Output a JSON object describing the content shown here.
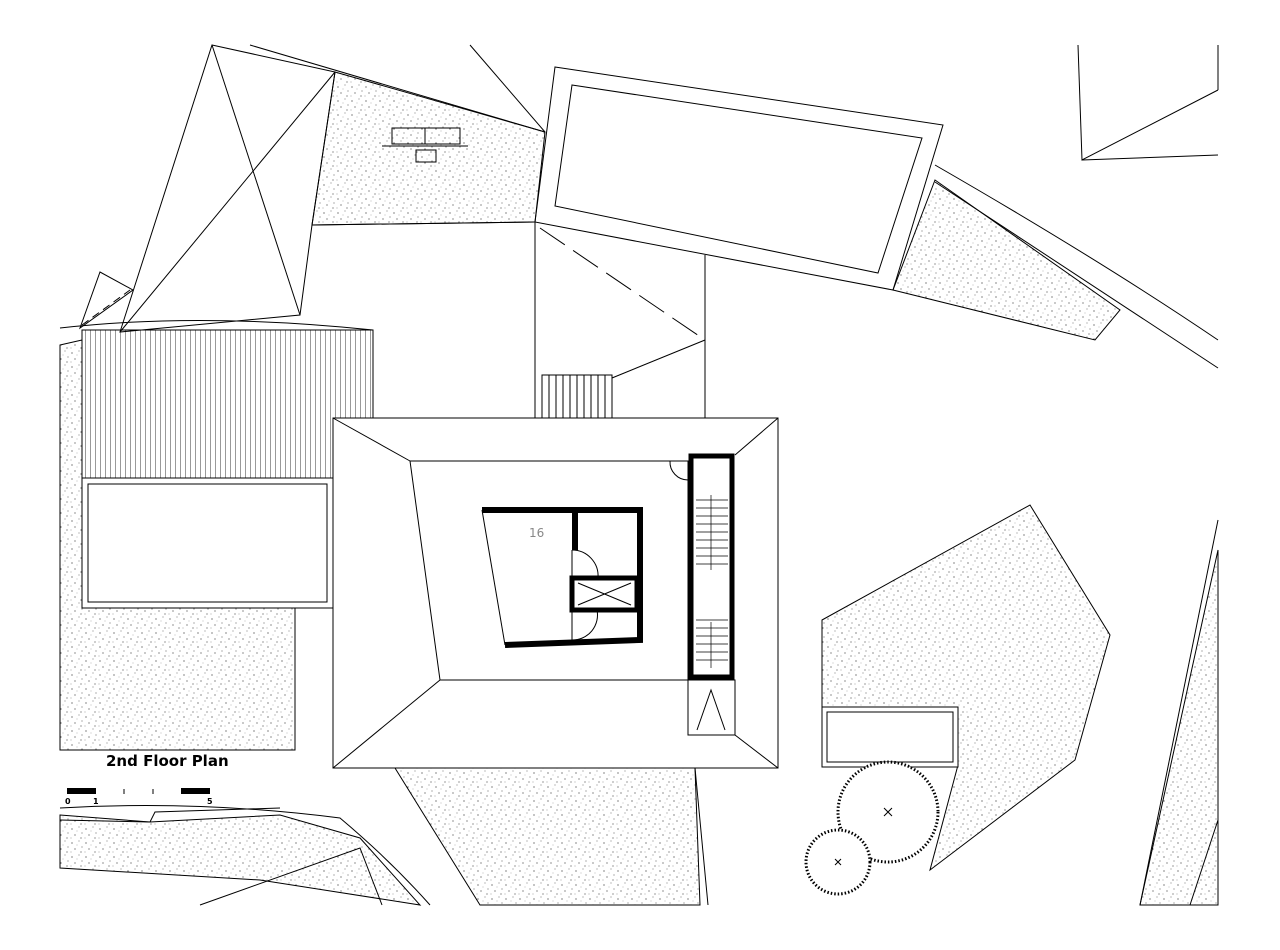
{
  "drawing": {
    "title": "2nd Floor Plan",
    "room_number": "16",
    "scale_bar": {
      "labels": [
        "0",
        "1",
        "5"
      ]
    }
  }
}
